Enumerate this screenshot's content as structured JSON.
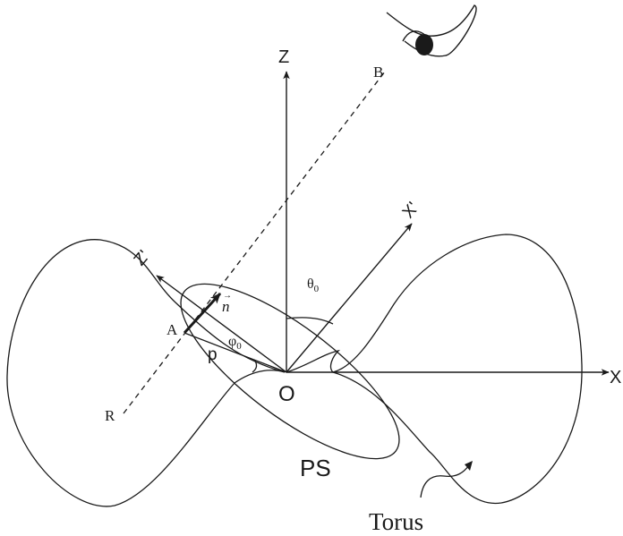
{
  "labels": {
    "z_axis": "Z",
    "x_axis": "X",
    "x_prime": "X'",
    "z_prime": "Z'",
    "origin": "O",
    "point_a": "A",
    "point_b": "B",
    "point_r": "R",
    "p": "p",
    "n_vector": "n",
    "theta0_base": "θ",
    "theta0_sub": "0",
    "phi0_base": "φ",
    "phi0_sub": "0",
    "ps": "PS",
    "torus": "Torus"
  },
  "colors": {
    "stroke": "#1a1a1a",
    "pupil": "#1a1a1a"
  },
  "icons": {
    "observer": "eye-icon",
    "vector_arrow": "arrow-right-small"
  }
}
